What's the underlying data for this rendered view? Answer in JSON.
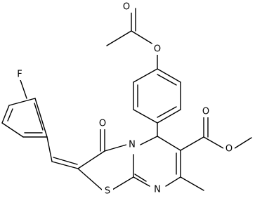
{
  "atoms": {
    "oxygen_label": "O",
    "fluorine_label": "F",
    "nitrogen_label": "N",
    "sulfur_label": "S"
  },
  "colors": {
    "bond": "#000000",
    "background": "#ffffff"
  }
}
